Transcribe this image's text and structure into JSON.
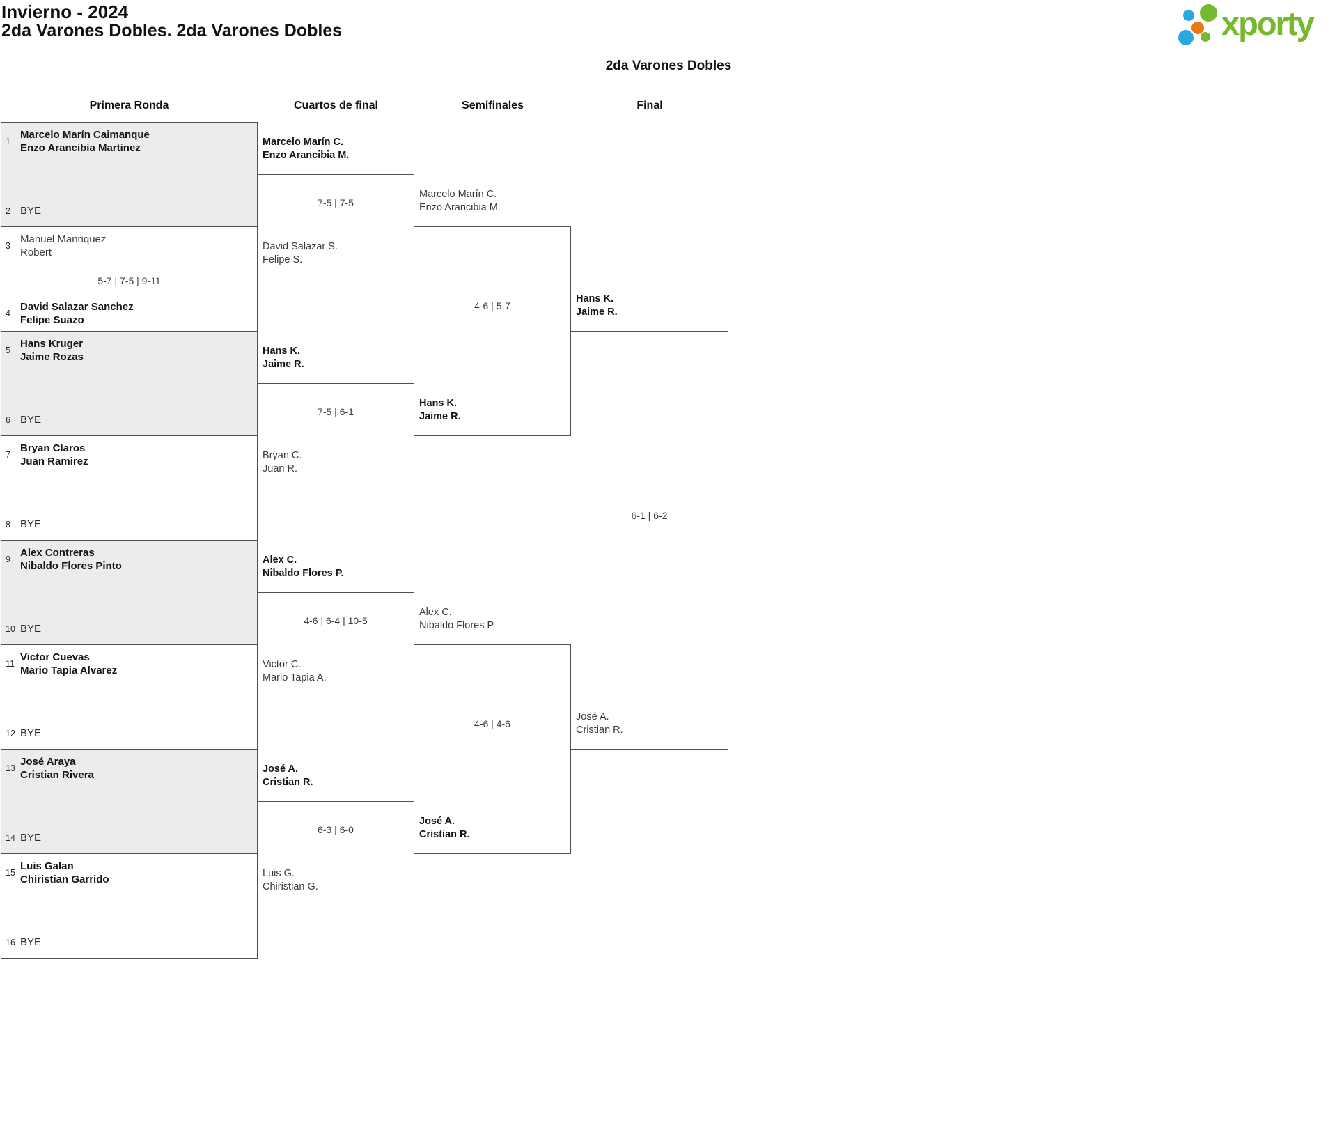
{
  "page": {
    "title": "Invierno - 2024",
    "subtitle": "2da Varones Dobles. 2da Varones Dobles",
    "category_title": "2da Varones Dobles",
    "logo_text": "xporty"
  },
  "colors": {
    "logo_green": "#76b82e",
    "logo_blue": "#29a8e0",
    "logo_orange": "#e87a12",
    "box_shade": "#ececec",
    "line": "#4f4f4f"
  },
  "round_headers": {
    "r1": "Primera Ronda",
    "qf": "Cuartos de final",
    "sf": "Semifinales",
    "final": "Final"
  },
  "first_round": [
    {
      "top": {
        "seed": "1",
        "players": [
          "Marcelo Marín Caimanque",
          "Enzo Arancibia Martinez"
        ]
      },
      "bottom": {
        "seed": "2",
        "bye": "BYE"
      },
      "score": ""
    },
    {
      "top": {
        "seed": "3",
        "players": [
          "Manuel Manriquez",
          "Robert"
        ]
      },
      "bottom": {
        "seed": "4",
        "players": [
          "David Salazar Sanchez",
          "Felipe Suazo"
        ]
      },
      "score": "5-7 | 7-5 | 9-11"
    },
    {
      "top": {
        "seed": "5",
        "players": [
          "Hans Kruger",
          "Jaime Rozas"
        ]
      },
      "bottom": {
        "seed": "6",
        "bye": "BYE"
      },
      "score": ""
    },
    {
      "top": {
        "seed": "7",
        "players": [
          "Bryan Claros",
          "Juan Ramirez"
        ]
      },
      "bottom": {
        "seed": "8",
        "bye": "BYE"
      },
      "score": ""
    },
    {
      "top": {
        "seed": "9",
        "players": [
          "Alex Contreras",
          "Nibaldo Flores Pinto"
        ]
      },
      "bottom": {
        "seed": "10",
        "bye": "BYE"
      },
      "score": ""
    },
    {
      "top": {
        "seed": "11",
        "players": [
          "Victor Cuevas",
          "Mario Tapia Alvarez"
        ]
      },
      "bottom": {
        "seed": "12",
        "bye": "BYE"
      },
      "score": ""
    },
    {
      "top": {
        "seed": "13",
        "players": [
          "José Araya",
          "Cristian Rivera"
        ]
      },
      "bottom": {
        "seed": "14",
        "bye": "BYE"
      },
      "score": ""
    },
    {
      "top": {
        "seed": "15",
        "players": [
          "Luis Galan",
          "Chiristian Garrido"
        ]
      },
      "bottom": {
        "seed": "16",
        "bye": "BYE"
      },
      "score": ""
    }
  ],
  "quarterfinals": [
    {
      "top": [
        "Marcelo Marín C.",
        "Enzo Arancibia M."
      ],
      "score": "7-5 | 7-5",
      "bottom": [
        "David Salazar S.",
        "Felipe S."
      ]
    },
    {
      "top": [
        "Hans K.",
        "Jaime R."
      ],
      "score": "7-5 | 6-1",
      "bottom": [
        "Bryan C.",
        "Juan R."
      ]
    },
    {
      "top": [
        "Alex C.",
        "Nibaldo Flores P."
      ],
      "score": "4-6 | 6-4 | 10-5",
      "bottom": [
        "Victor C.",
        "Mario Tapia A."
      ]
    },
    {
      "top": [
        "José A.",
        "Cristian R."
      ],
      "score": "6-3 | 6-0",
      "bottom": [
        "Luis G.",
        "Chiristian G."
      ]
    }
  ],
  "semifinals": [
    {
      "top": [
        "Marcelo Marín C.",
        "Enzo Arancibia M."
      ],
      "score": "4-6 | 5-7",
      "bottom": [
        "Hans K.",
        "Jaime R."
      ]
    },
    {
      "top": [
        "Alex C.",
        "Nibaldo Flores P."
      ],
      "score": "4-6 | 4-6",
      "bottom": [
        "José A.",
        "Cristian R."
      ]
    }
  ],
  "final": {
    "top": [
      "Hans K.",
      "Jaime R."
    ],
    "score": "6-1 | 6-2",
    "bottom": [
      "José A.",
      "Cristian R."
    ]
  }
}
